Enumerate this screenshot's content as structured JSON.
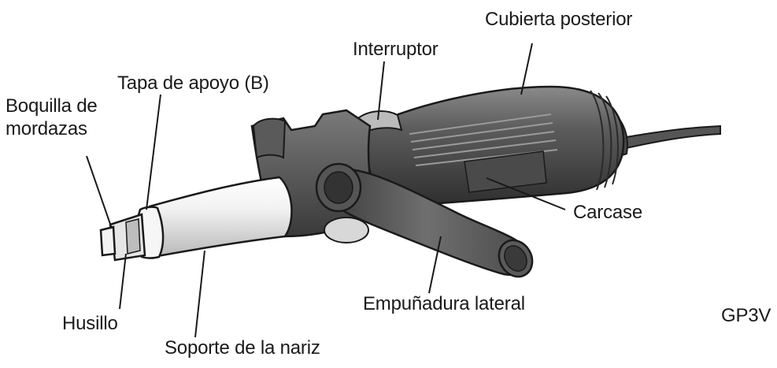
{
  "labels": {
    "cubierta_posterior": "Cubierta posterior",
    "interruptor": "Interruptor",
    "tapa_de_apoyo": "Tapa de apoyo (B)",
    "boquilla_line1": "Boquilla de",
    "boquilla_line2": "mordazas",
    "carcase": "Carcase",
    "empunadura_lateral": "Empuñadura lateral",
    "husillo": "Husillo",
    "soporte_de_la_nariz": "Soporte de la nariz"
  },
  "model": "GP3V",
  "colors": {
    "ink": "#1a1a1a",
    "body_dark": "#3f3f3f",
    "body_mid": "#6a6a6a",
    "body_light": "#9a9a9a",
    "metal": "#cfcfcf",
    "highlight": "#e8e8e8"
  }
}
